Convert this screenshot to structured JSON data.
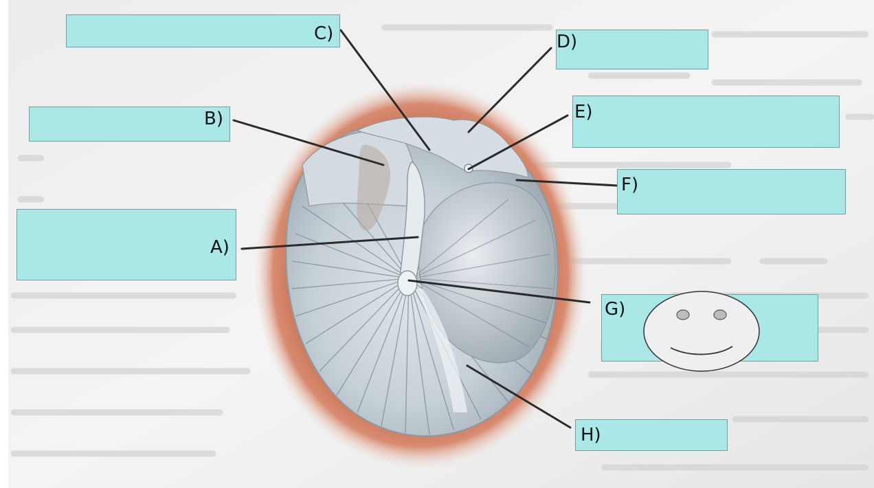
{
  "labels": {
    "a": "A)",
    "b": "B)",
    "c": "C)",
    "d": "D)",
    "e": "E)",
    "f": "F)",
    "g": "G)",
    "h": "H)"
  },
  "colors": {
    "answer_box_fill": "#a9e8e6",
    "answer_box_border": "#6f9e9c",
    "leader_line": "#2b2b2b",
    "ear_rim": "#c46a4c",
    "eardrum": "#c9d3da",
    "page_background": "#f2f2f2"
  },
  "icons": {
    "sticker": "smiley-face-icon"
  }
}
